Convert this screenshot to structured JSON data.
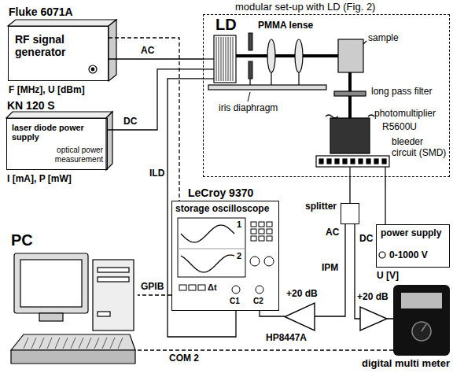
{
  "diagram": {
    "nodes": [
      {
        "text": [
          "Fluke 6071A",
          "RF signal generator",
          "F [MHz], U [dBm]"
        ]
      },
      {
        "text": [
          "modular set-up with LD (Fig. 2)"
        ]
      },
      {
        "text": [
          "KN 120 S",
          "laser diode power supply",
          "optical power measurement",
          "I [mA], P [mW]"
        ]
      },
      {
        "text": [
          "LeCroy 9370",
          "storage oscilloscope"
        ]
      },
      {
        "text": [
          "splitter"
        ]
      },
      {
        "text": [
          "PC"
        ]
      },
      {
        "text": [
          "power supply",
          "0-1000 V",
          "U [V]"
        ]
      },
      {
        "text": [
          "+20 dB",
          "HP8447A"
        ]
      },
      {
        "text": [
          "+20 dB"
        ]
      },
      {
        "text": [
          "digital multi meter"
        ]
      }
    ],
    "edges": [
      {
        "from": 0,
        "to": 1,
        "label": "AC",
        "arrow": "none"
      },
      {
        "from": 2,
        "to": 1,
        "label": "DC",
        "arrow": "none"
      },
      {
        "from": 1,
        "to": 3,
        "label": "ILD",
        "arrow": "none"
      },
      {
        "from": 0,
        "to": 3,
        "arrow": "none"
      },
      {
        "from": 3,
        "to": 5,
        "label": "GPIB",
        "arrow": "none"
      },
      {
        "from": 1,
        "to": 4,
        "arrow": "none"
      },
      {
        "from": 4,
        "to": 7,
        "label": "AC",
        "arrow": "none"
      },
      {
        "from": 7,
        "to": 3,
        "label": "IPM",
        "arrow": "none"
      },
      {
        "from": 4,
        "to": 8,
        "label": "DC",
        "arrow": "none"
      },
      {
        "from": 8,
        "to": 9,
        "arrow": "none"
      },
      {
        "from": 6,
        "to": 1,
        "arrow": "none"
      },
      {
        "from": 9,
        "to": 5,
        "label": "COM 2",
        "arrow": "none"
      }
    ],
    "labels": [
      "LD",
      "PMMA lense",
      "iris diaphragm",
      "sample",
      "long pass filter",
      "photomultiplier",
      "R5600U",
      "bleeder circuit (SMD)",
      "1",
      "2",
      "Δt",
      "C1",
      "C2"
    ]
  }
}
